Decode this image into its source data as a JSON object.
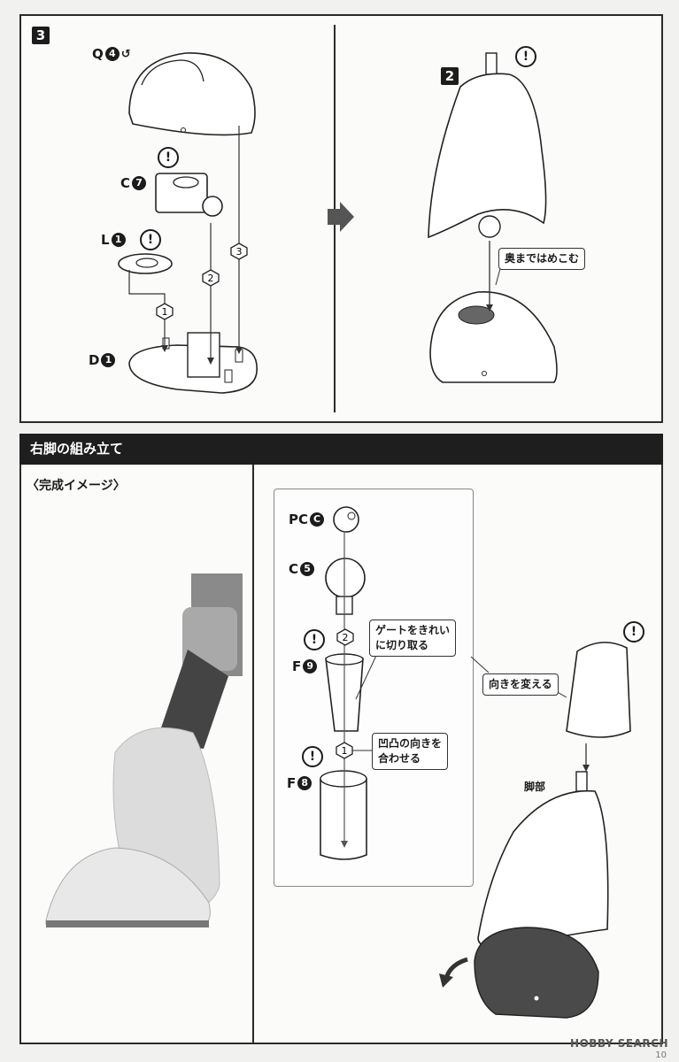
{
  "step": {
    "number": "3",
    "sub_step": "2"
  },
  "parts": {
    "q": {
      "letter": "Q",
      "num": "4"
    },
    "c7": {
      "letter": "C",
      "num": "7"
    },
    "l": {
      "letter": "L",
      "num": "1"
    },
    "d": {
      "letter": "D",
      "num": "1"
    },
    "pc": {
      "letter": "PC",
      "num": "C"
    },
    "c5": {
      "letter": "C",
      "num": "5"
    },
    "f9": {
      "letter": "F",
      "num": "9"
    },
    "f8": {
      "letter": "F",
      "num": "8"
    }
  },
  "order_marks": [
    "1",
    "2",
    "3"
  ],
  "callouts": {
    "push_in": "奥まではめこむ",
    "gate": [
      "ゲートをきれい",
      "に切り取る"
    ],
    "align": [
      "凹凸の向きを",
      "合わせる"
    ],
    "turn": "向きを変える"
  },
  "section": {
    "title": "右脚の組み立て",
    "completion_label": "〈完成イメージ〉"
  },
  "leg_label": "脚部",
  "warning_glyph": "!",
  "watermark": "HOBBY SEARCH",
  "page_number": "10"
}
